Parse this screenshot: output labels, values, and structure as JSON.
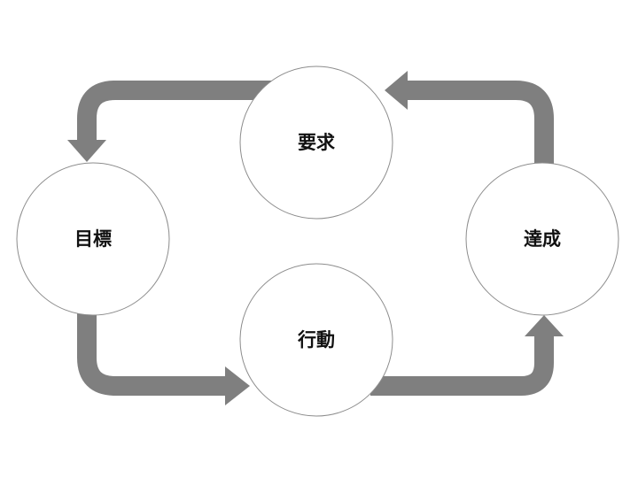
{
  "colors": {
    "arrow": "#7f7f7f",
    "node_border": "#8c8c8c",
    "node_fill": "#ffffff",
    "text": "#111111"
  },
  "nodes": {
    "request": {
      "label": "要求"
    },
    "goal": {
      "label": "目標"
    },
    "action": {
      "label": "行動"
    },
    "achievement": {
      "label": "達成"
    }
  }
}
